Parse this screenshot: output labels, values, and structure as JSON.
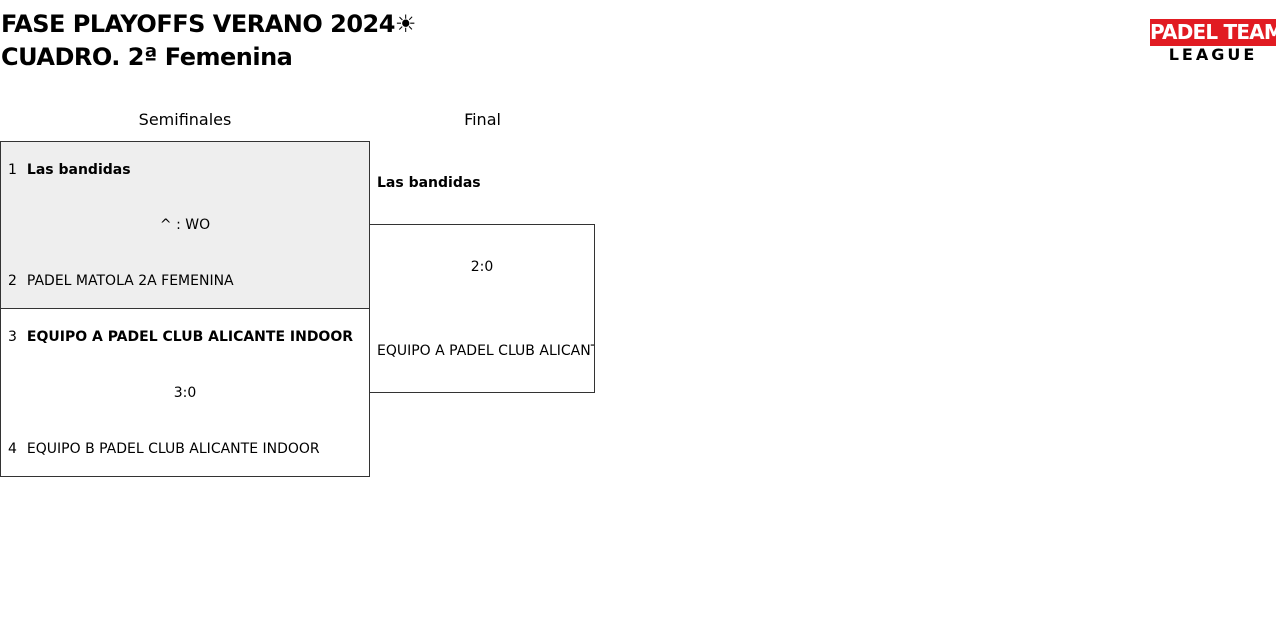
{
  "header": {
    "title_line1": "FASE PLAYOFFS VERANO 2024☀",
    "title_line2": "CUADRO. 2ª Femenina"
  },
  "logo": {
    "top_text": "PADEL TEAM",
    "bottom_text": "LEAGUE",
    "accent_color": "#e11b22"
  },
  "rounds": {
    "semifinals_label": "Semifinales",
    "final_label": "Final"
  },
  "semifinals": [
    {
      "team1": {
        "seed": "1",
        "name": "Las bandidas",
        "winner": true
      },
      "result": "^ : WO",
      "team2": {
        "seed": "2",
        "name": "PADEL MATOLA 2A FEMENINA",
        "winner": false
      }
    },
    {
      "team1": {
        "seed": "3",
        "name": "EQUIPO A PADEL CLUB ALICANTE INDOOR",
        "winner": true
      },
      "result": "3:0",
      "team2": {
        "seed": "4",
        "name": "EQUIPO B PADEL CLUB ALICANTE INDOOR",
        "winner": false
      }
    }
  ],
  "final": {
    "winner": "Las bandidas",
    "result": "2:0",
    "runner_up": "EQUIPO A PADEL CLUB ALICANTE INDOOR"
  }
}
